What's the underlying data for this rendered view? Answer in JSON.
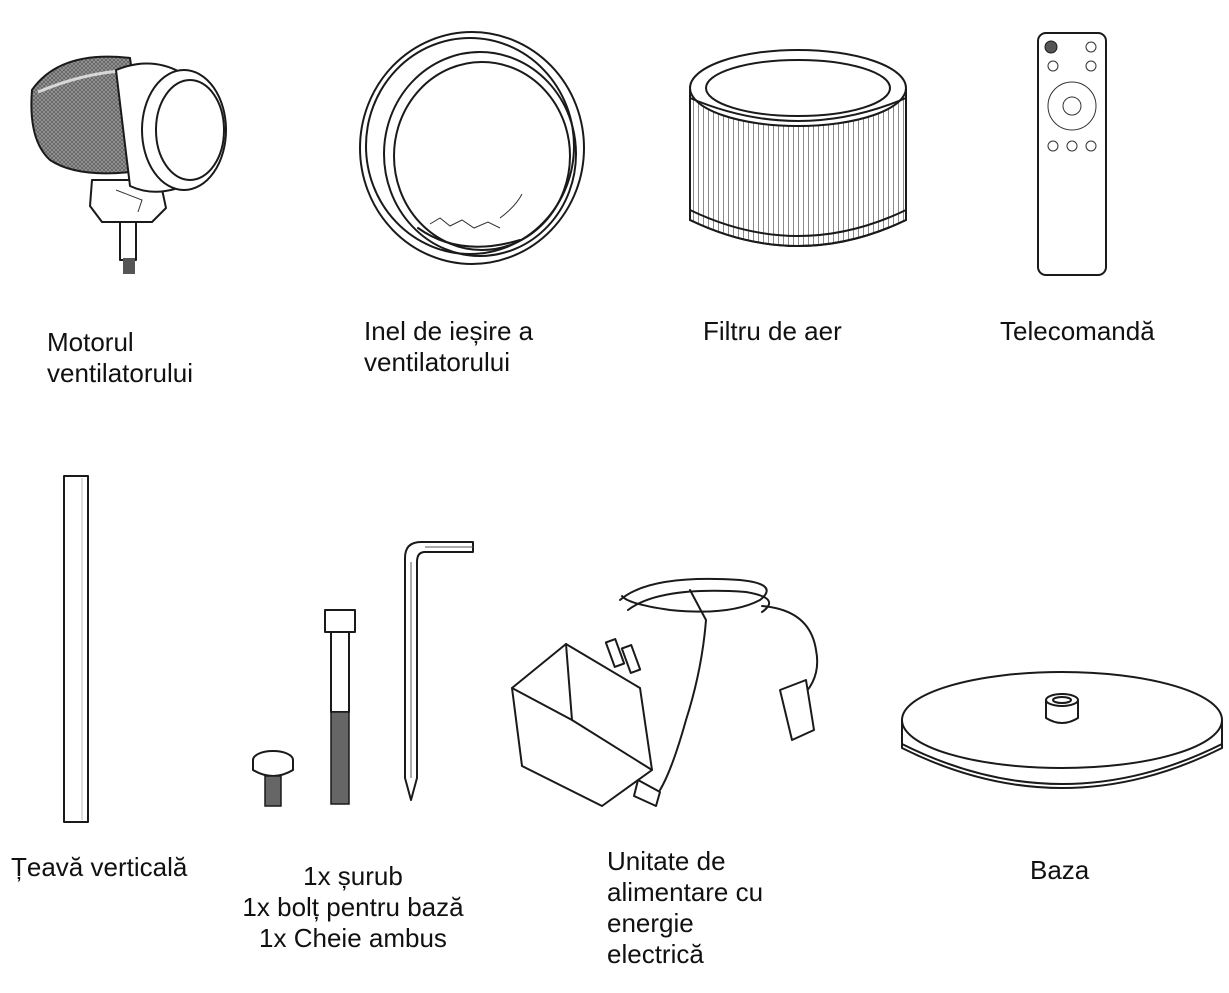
{
  "parts": [
    {
      "id": "fan-motor",
      "icon": "fan-motor-icon",
      "label_lines": [
        "Motorul",
        "ventilatorului"
      ]
    },
    {
      "id": "outlet-ring",
      "icon": "outlet-ring-icon",
      "label_lines": [
        "Inel de ieșire a",
        "ventilatorului"
      ]
    },
    {
      "id": "air-filter",
      "icon": "air-filter-icon",
      "label_lines": [
        "Filtru de aer"
      ]
    },
    {
      "id": "remote-control",
      "icon": "remote-control-icon",
      "label_lines": [
        "Telecomandă"
      ]
    },
    {
      "id": "vertical-pipe",
      "icon": "vertical-pipe-icon",
      "label_lines": [
        "Țeavă verticală"
      ]
    },
    {
      "id": "hardware",
      "icon": "screw-bolt-allen-key-icon",
      "label_lines": [
        "1x șurub",
        "1x bolț pentru bază",
        "1x Cheie ambus"
      ]
    },
    {
      "id": "power-adapter",
      "icon": "power-adapter-icon",
      "label_lines": [
        "Unitate de",
        "alimentare cu",
        "energie",
        "electrică"
      ]
    },
    {
      "id": "base",
      "icon": "base-plate-icon",
      "label_lines": [
        "Baza"
      ]
    }
  ]
}
